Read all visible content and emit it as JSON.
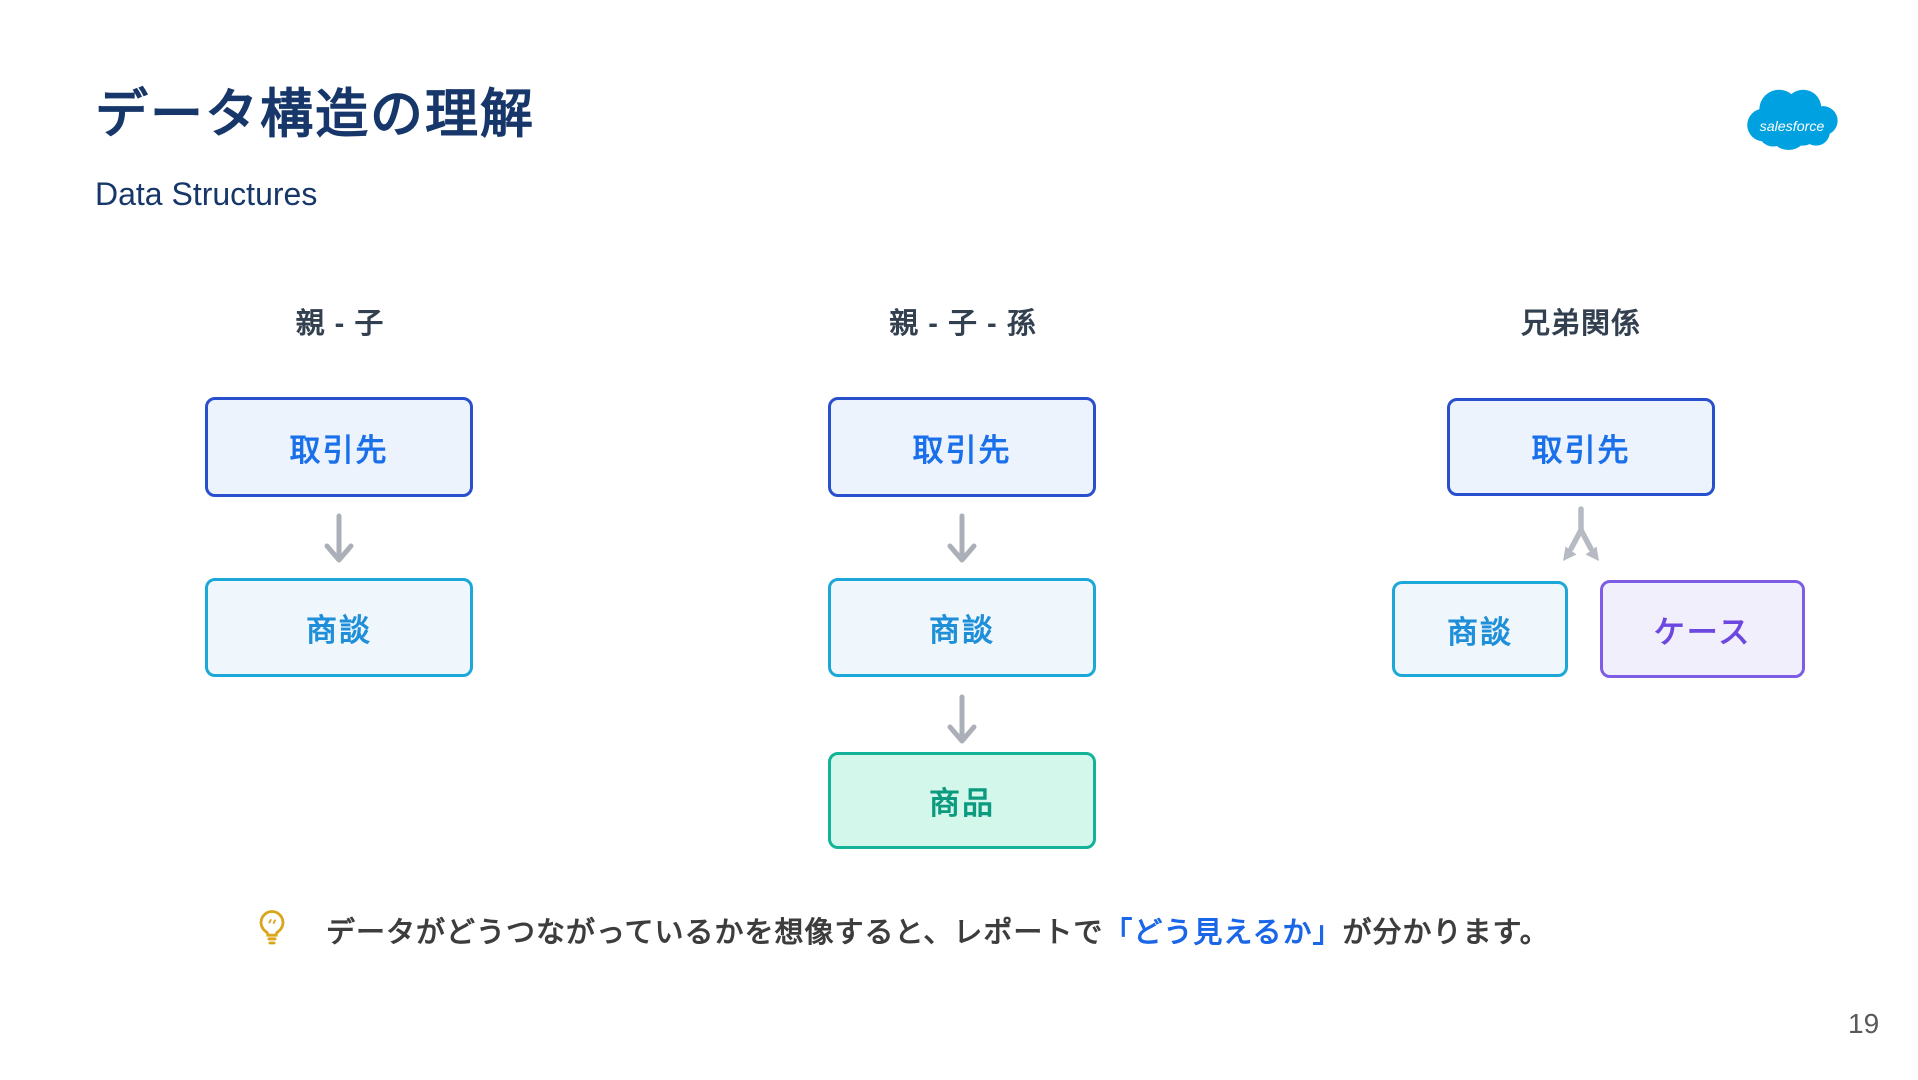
{
  "slide": {
    "title": "データ構造の理解",
    "subtitle": "Data Structures",
    "page_number": "19",
    "logo": {
      "name": "salesforce-logo",
      "text": "salesforce",
      "color": "#00A1E0"
    }
  },
  "diagrams": [
    {
      "heading": "親 - 子",
      "nodes": [
        {
          "label": "取引先",
          "type": "account"
        },
        {
          "label": "商談",
          "type": "opportunity"
        }
      ]
    },
    {
      "heading": "親 - 子 - 孫",
      "nodes": [
        {
          "label": "取引先",
          "type": "account"
        },
        {
          "label": "商談",
          "type": "opportunity"
        },
        {
          "label": "商品",
          "type": "product"
        }
      ]
    },
    {
      "heading": "兄弟関係",
      "parent": {
        "label": "取引先",
        "type": "account"
      },
      "children": [
        {
          "label": "商談",
          "type": "opportunity"
        },
        {
          "label": "ケース",
          "type": "case"
        }
      ]
    }
  ],
  "note": {
    "icon": "lightbulb-icon",
    "text_before": "データがどうつながっているかを想像すると、レポートで",
    "highlight": "「どう見えるか」",
    "text_after": "が分かります。"
  },
  "palette": {
    "title_navy": "#17376B",
    "heading_slate": "#32404F",
    "account_border": "#2850CE",
    "account_fill": "#EDF3FC",
    "account_text": "#1A70EA",
    "opportunity_border": "#1BA8D8",
    "opportunity_fill": "#EFF7FC",
    "opportunity_text": "#1E8FD8",
    "product_border": "#12B398",
    "product_fill": "#D4F7EC",
    "product_text": "#0D9B80",
    "case_border": "#7D5CE6",
    "case_fill": "#F2EFFC",
    "case_text": "#6D48E0",
    "arrow_gray": "#ABAFB8",
    "note_text": "#3D3D3D",
    "note_highlight": "#1A66E8",
    "logo_blue": "#00A1E0",
    "page_number_gray": "#595959"
  }
}
